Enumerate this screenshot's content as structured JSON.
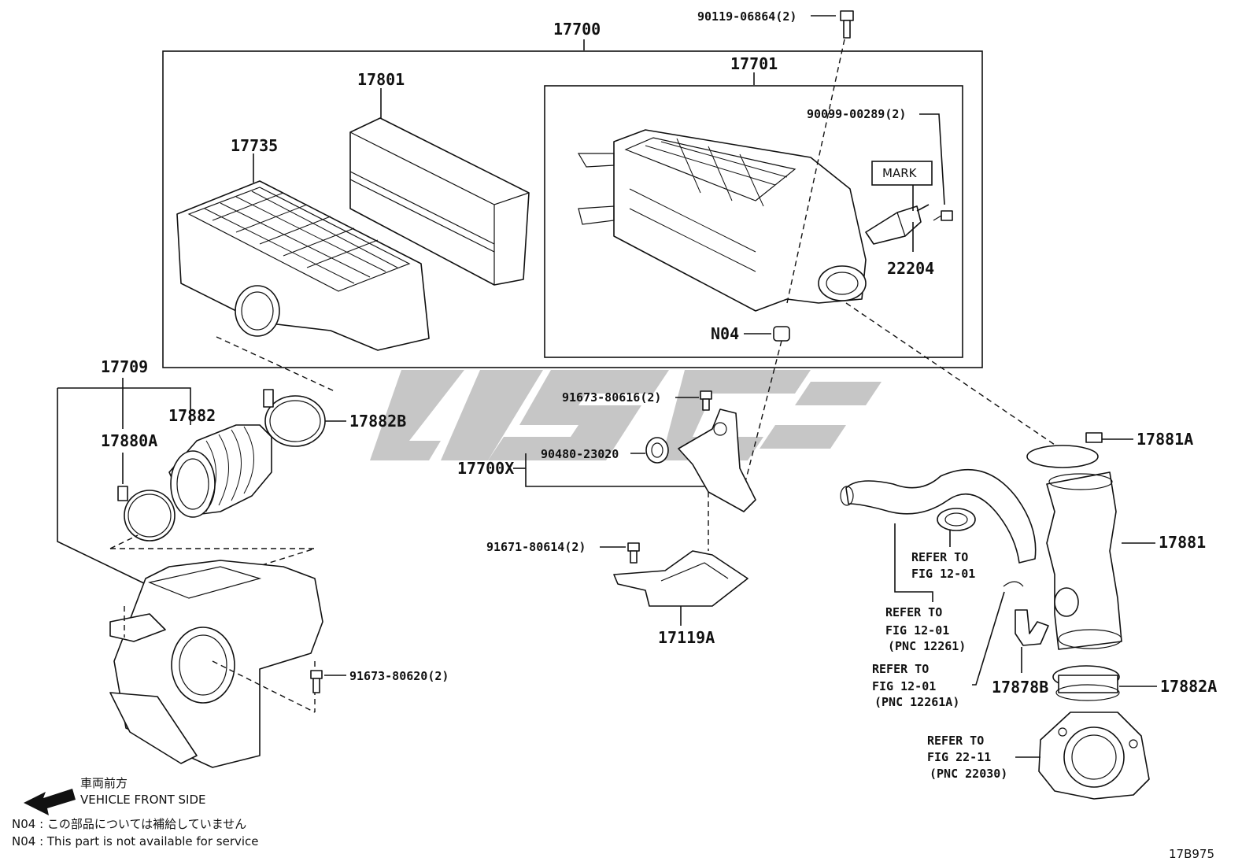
{
  "diagram_id": "17B975",
  "part_numbers": {
    "p17700": "17700",
    "p17701": "17701",
    "p17801": "17801",
    "p17735": "17735",
    "p90119": "90119-06864(2)",
    "p90099": "90099-00289(2)",
    "mark": "MARK",
    "p22204": "22204",
    "n04": "N04",
    "p17709": "17709",
    "p17882": "17882",
    "p17882B": "17882B",
    "p17880A": "17880A",
    "p91673_616": "91673-80616(2)",
    "p90480": "90480-23020",
    "p17700X": "17700X",
    "p91671": "91671-80614(2)",
    "p17119A": "17119A",
    "p91673_620": "91673-80620(2)",
    "p17881A": "17881A",
    "p17881": "17881",
    "p17878B": "17878B",
    "p17882A": "17882A"
  },
  "references": {
    "r1": [
      "REFER TO",
      "FIG 12-01"
    ],
    "r2": [
      "REFER TO",
      "FIG 12-01",
      "(PNC 12261)"
    ],
    "r3": [
      "REFER TO",
      "FIG 12-01",
      "(PNC 12261A)"
    ],
    "r4": [
      "REFER TO",
      "FIG 22-11",
      "(PNC 22030)"
    ]
  },
  "legend": {
    "front_jp": "車両前方",
    "front_en": "VEHICLE FRONT SIDE",
    "n04_jp": "N04 : この部品については補給していません",
    "n04_en": "N04 : This part is not available for service"
  },
  "icons": {
    "front_arrow": "arrow-left-icon",
    "watermark": "watermark-logo"
  }
}
